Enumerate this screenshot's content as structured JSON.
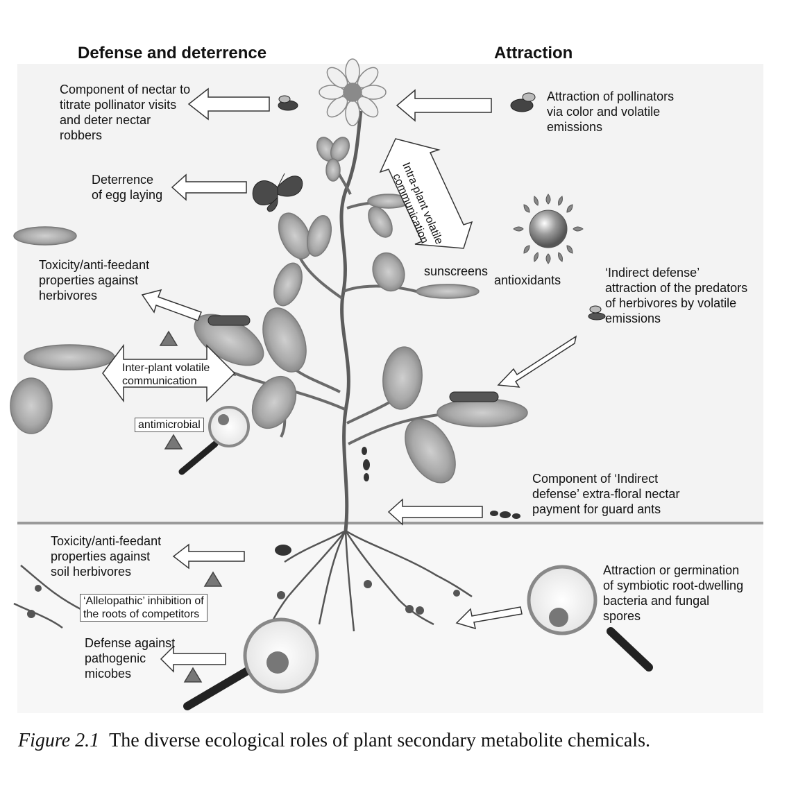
{
  "headings": {
    "defense": "Defense and deterrence",
    "attraction": "Attraction"
  },
  "labels": {
    "nectar_component": "Component of nectar to\ntitrate pollinator visits\nand deter nectar\nrobbers",
    "egg_laying": "Deterrence\nof egg laying",
    "toxicity_herbivores": "Toxicity/anti-feedant\nproperties against\nherbivores",
    "inter_plant": "Inter-plant volatile\ncommunication",
    "antimicrobial": "antimicrobial",
    "pollinators": "Attraction of pollinators\nvia color and volatile\nemissions",
    "intra_plant": "Intra-plant volatile\ncommunication",
    "sunscreens": "sunscreens",
    "antioxidants": "antioxidants",
    "indirect_defense": "‘Indirect defense’\nattraction of the predators\nof herbivores by volatile\nemissions",
    "extrafloral": "Component of ‘Indirect\ndefense’ extra-floral nectar\npayment for guard ants",
    "soil_herbivores": "Toxicity/anti-feedant\nproperties against\nsoil herbivores",
    "allelopathic": "‘Allelopathic’ inhibition of\nthe roots of competitors",
    "pathogenic": "Defense against\npathogenic\nmicobes",
    "symbiotic": "Attraction or germination\nof symbiotic root-dwelling\nbacteria and fungal\nspores"
  },
  "caption": {
    "number": "Figure 2.1",
    "text": "The diverse ecological roles of plant secondary metabolite chemicals."
  },
  "colors": {
    "background_panel": "#f2f2f2",
    "stem": "#555555",
    "leaf": "#a8a8a8",
    "ground_line": "#999999"
  }
}
